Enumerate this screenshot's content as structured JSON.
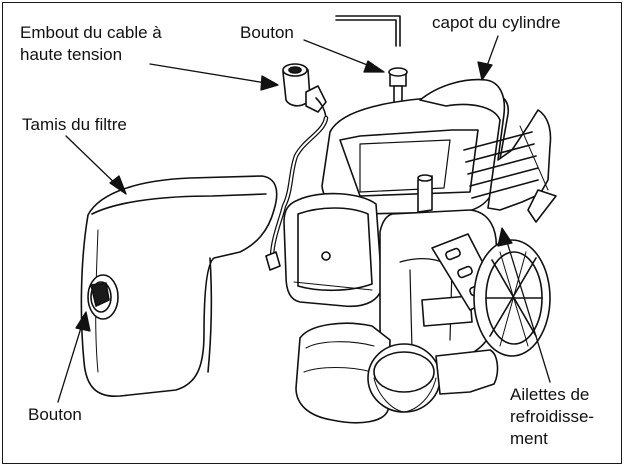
{
  "labels": {
    "cable_line1": "Embout du cable à",
    "cable_line2": "haute tension",
    "bouton_top": "Bouton",
    "capot": "capot du cylindre",
    "tamis": "Tamis du filtre",
    "bouton_bottom": "Bouton",
    "ailettes_line1": "Ailettes de",
    "ailettes_line2": "refroidisse-",
    "ailettes_line3": "ment"
  },
  "colors": {
    "ink": "#111111",
    "fill": "#ffffff",
    "shade": "#1a1a1a"
  }
}
